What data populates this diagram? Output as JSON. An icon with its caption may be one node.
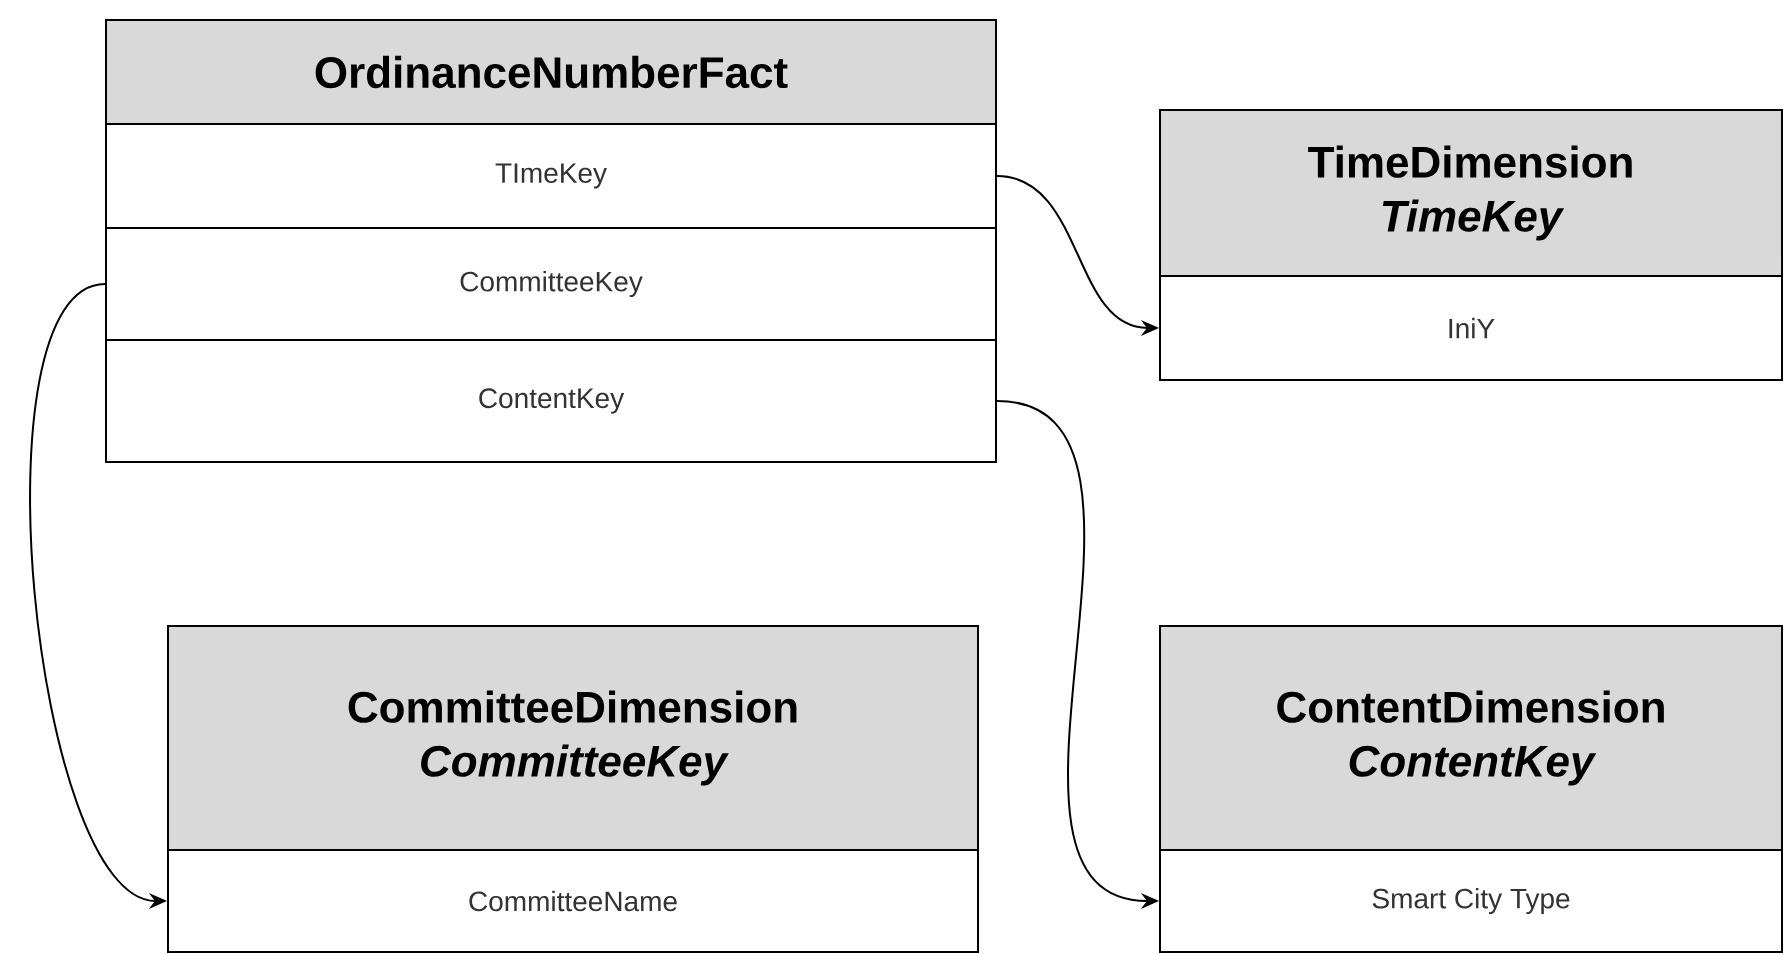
{
  "diagram": {
    "nodes": [
      {
        "text": [
          "OrdinanceNumberFact"
        ]
      },
      {
        "text": [
          "TImeKey"
        ],
        "in": 0
      },
      {
        "text": [
          "CommitteeKey"
        ],
        "in": 0
      },
      {
        "text": [
          "ContentKey"
        ],
        "in": 0
      },
      {
        "text": [
          "TimeDimension",
          "TimeKey"
        ]
      },
      {
        "text": [
          "IniY"
        ],
        "in": 4
      },
      {
        "text": [
          "CommitteeDimension",
          "CommitteeKey"
        ]
      },
      {
        "text": [
          "CommitteeName"
        ],
        "in": 6
      },
      {
        "text": [
          "ContentDimension",
          "ContentKey"
        ]
      },
      {
        "text": [
          "Smart City Type"
        ],
        "in": 8
      }
    ],
    "edges": [
      {
        "from": 1,
        "to": 5,
        "arrow": "to"
      },
      {
        "from": 2,
        "to": 7,
        "arrow": "to"
      },
      {
        "from": 3,
        "to": 9,
        "arrow": "to"
      }
    ]
  }
}
